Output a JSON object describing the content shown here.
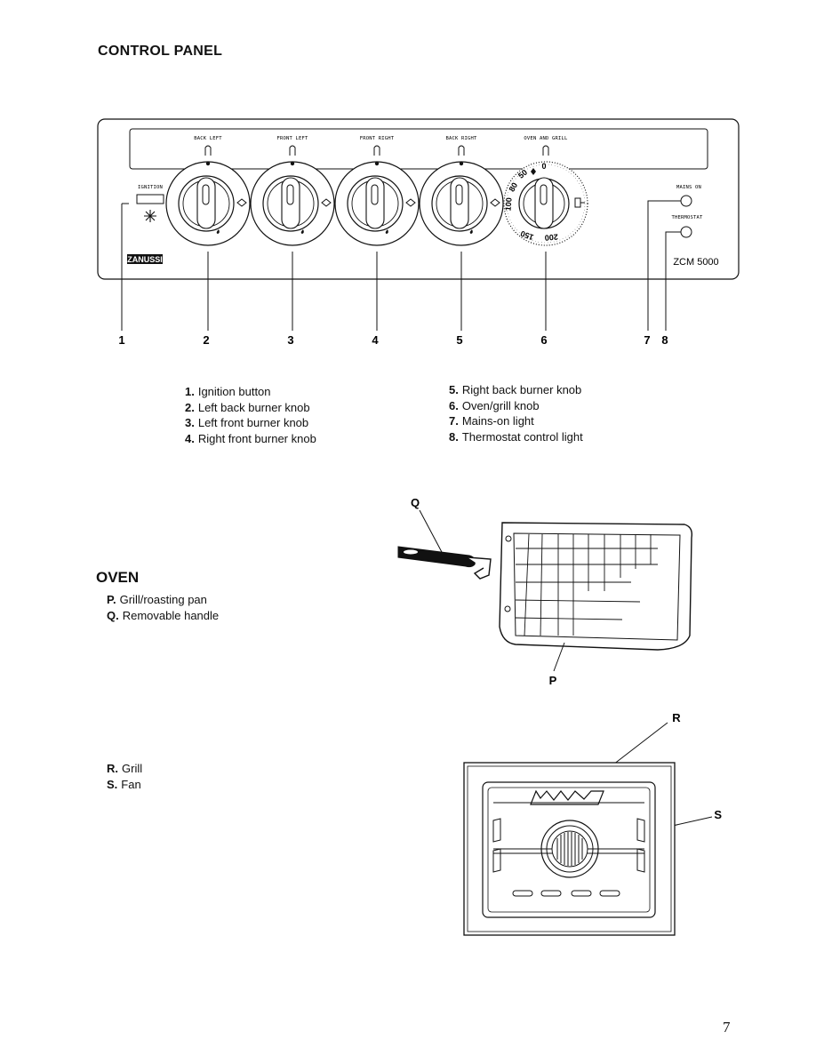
{
  "control_panel": {
    "title": "CONTROL PANEL",
    "knob_labels": [
      "BACK LEFT",
      "FRONT LEFT",
      "FRONT RIGHT",
      "BACK RIGHT",
      "OVEN AND GRILL"
    ],
    "ignition_label": "IGNITION",
    "mains_label": "MAINS ON",
    "thermostat_label": "THERMOSTAT",
    "brand": "ZANUSSI",
    "model": "ZCM 5000",
    "dial_marks": [
      "0",
      "50",
      "80",
      "100",
      "150",
      "200"
    ],
    "callouts": [
      "1",
      "2",
      "3",
      "4",
      "5",
      "6",
      "7",
      "8"
    ],
    "legend_left": [
      {
        "num": "1.",
        "text": "Ignition button"
      },
      {
        "num": "2.",
        "text": "Left back burner knob"
      },
      {
        "num": "3.",
        "text": "Left front burner knob"
      },
      {
        "num": "4.",
        "text": "Right front burner knob"
      }
    ],
    "legend_right": [
      {
        "num": "5.",
        "text": "Right back burner knob"
      },
      {
        "num": "6.",
        "text": "Oven/grill knob"
      },
      {
        "num": "7.",
        "text": "Mains-on light"
      },
      {
        "num": "8.",
        "text": "Thermostat control light"
      }
    ]
  },
  "oven": {
    "title": "OVEN",
    "items_pq": [
      {
        "num": "P.",
        "text": "Grill/roasting pan"
      },
      {
        "num": "Q.",
        "text": "Removable handle"
      }
    ],
    "items_rs": [
      {
        "num": "R.",
        "text": "Grill"
      },
      {
        "num": "S.",
        "text": "Fan"
      }
    ],
    "labels": {
      "P": "P",
      "Q": "Q",
      "R": "R",
      "S": "S"
    }
  },
  "page_number": "7"
}
